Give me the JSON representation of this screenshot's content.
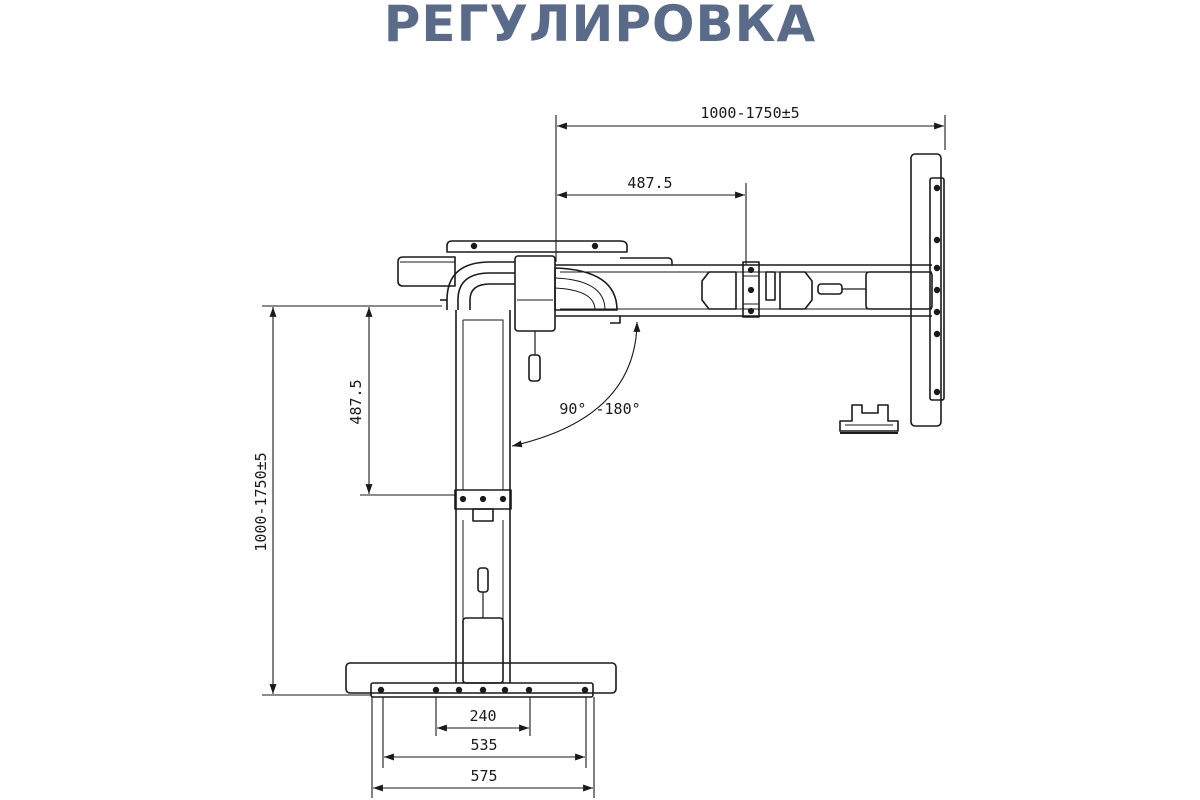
{
  "title": "РЕГУЛИРОВКА",
  "dimensions": {
    "top_total": "1000-1750±5",
    "top_segment": "487.5",
    "angle": "90° -180°",
    "left_total": "1000-1750±5",
    "left_segment": "487.5",
    "bottom_inner": "240",
    "bottom_mid": "535",
    "bottom_outer": "575"
  },
  "colors": {
    "title": "#5a6b8a",
    "line": "#1a1a1a"
  }
}
